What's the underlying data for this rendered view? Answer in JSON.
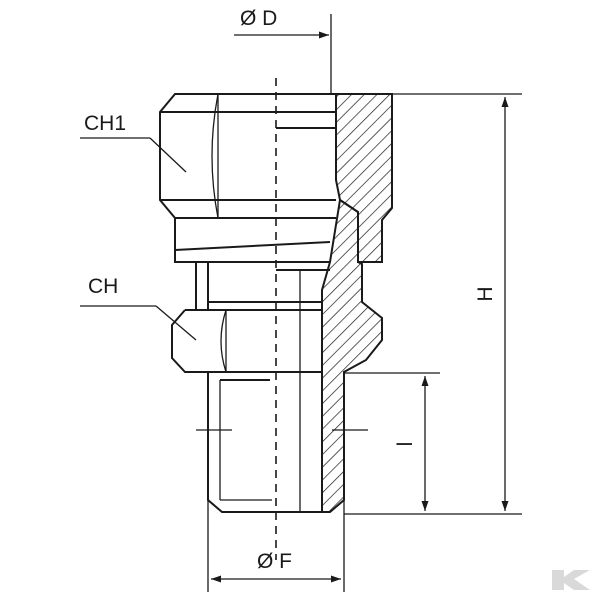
{
  "labels": {
    "diameter_d": "Ø D",
    "ch1": "CH1",
    "ch": "CH",
    "height": "H",
    "length": "l",
    "diameter_f": "Ø F"
  },
  "watermark": {
    "icon": "k-logo-icon",
    "color": "#d9d9d9"
  }
}
